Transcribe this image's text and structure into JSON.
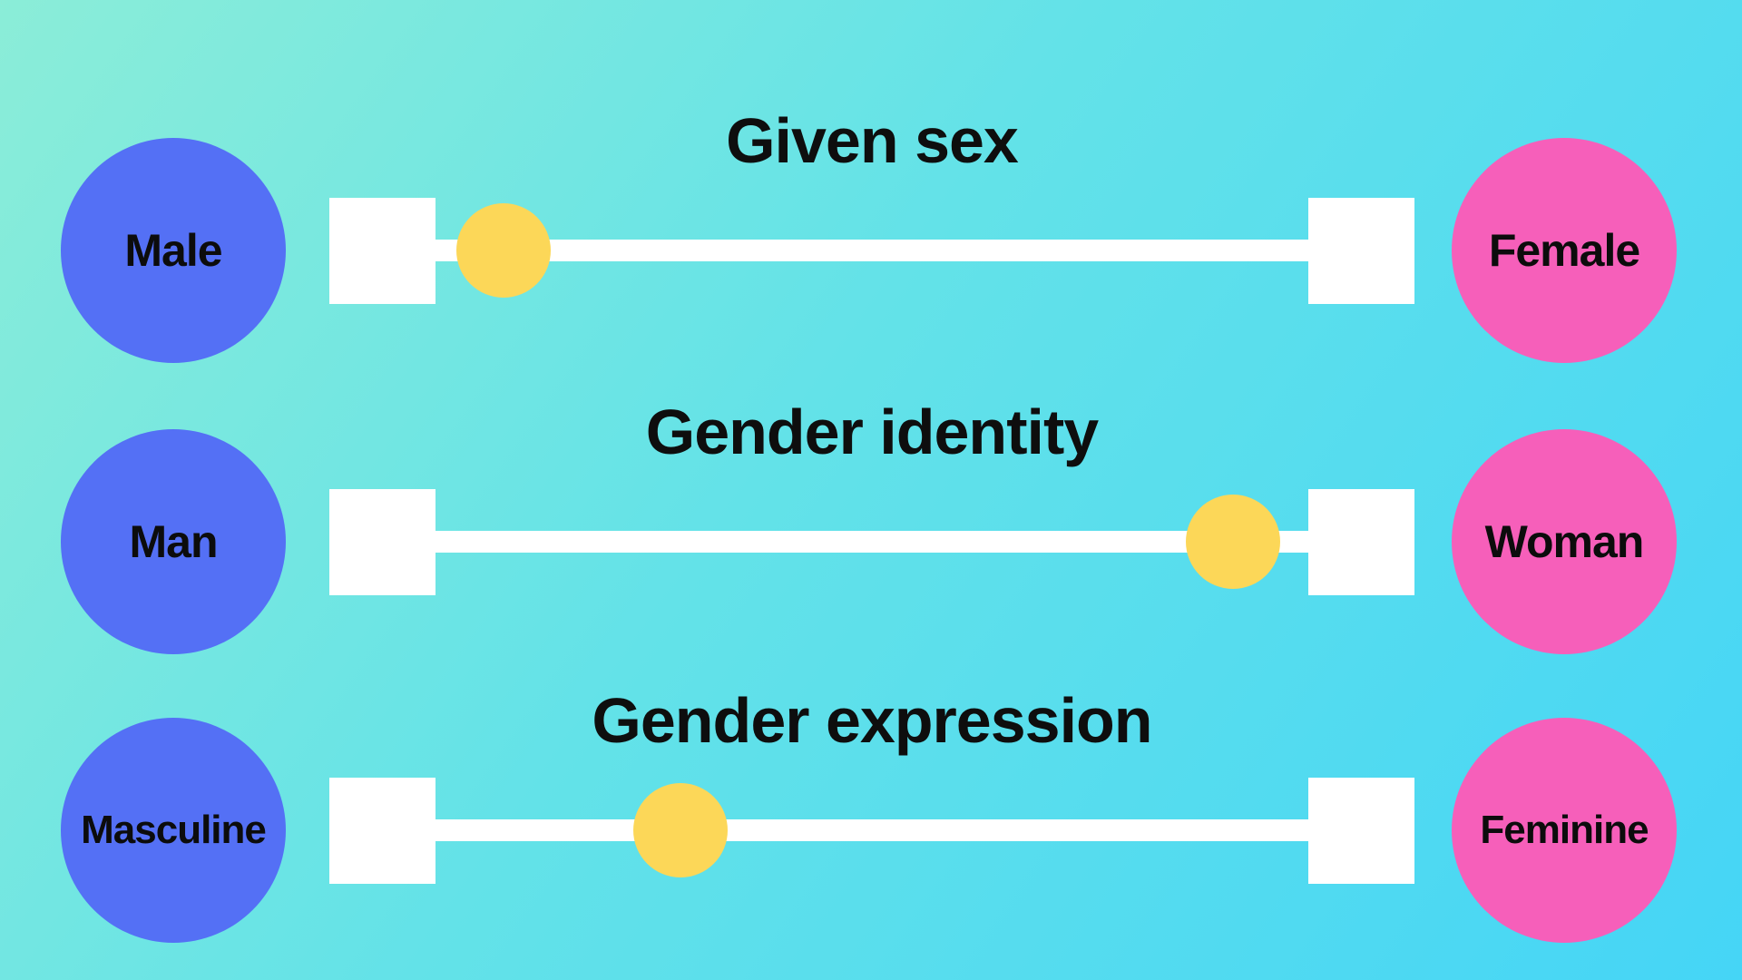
{
  "colors": {
    "bg_gradient_start": "#8BEDD8",
    "bg_gradient_mid": "#63E2E8",
    "bg_gradient_end": "#45D5F6",
    "blue_circle": "#5470F5",
    "pink_circle": "#F65FBA",
    "yellow_dot": "#FCD758",
    "track_white": "#FFFFFF",
    "text_black": "#0E0E0E"
  },
  "rows": [
    {
      "title": "Given sex",
      "left_label": "Male",
      "right_label": "Female",
      "slider_position_pct": 7.8
    },
    {
      "title": "Gender identity",
      "left_label": "Man",
      "right_label": "Woman",
      "slider_position_pct": 91.4
    },
    {
      "title": "Gender expression",
      "left_label": "Masculine",
      "right_label": "Feminine",
      "slider_position_pct": 28.1
    }
  ]
}
